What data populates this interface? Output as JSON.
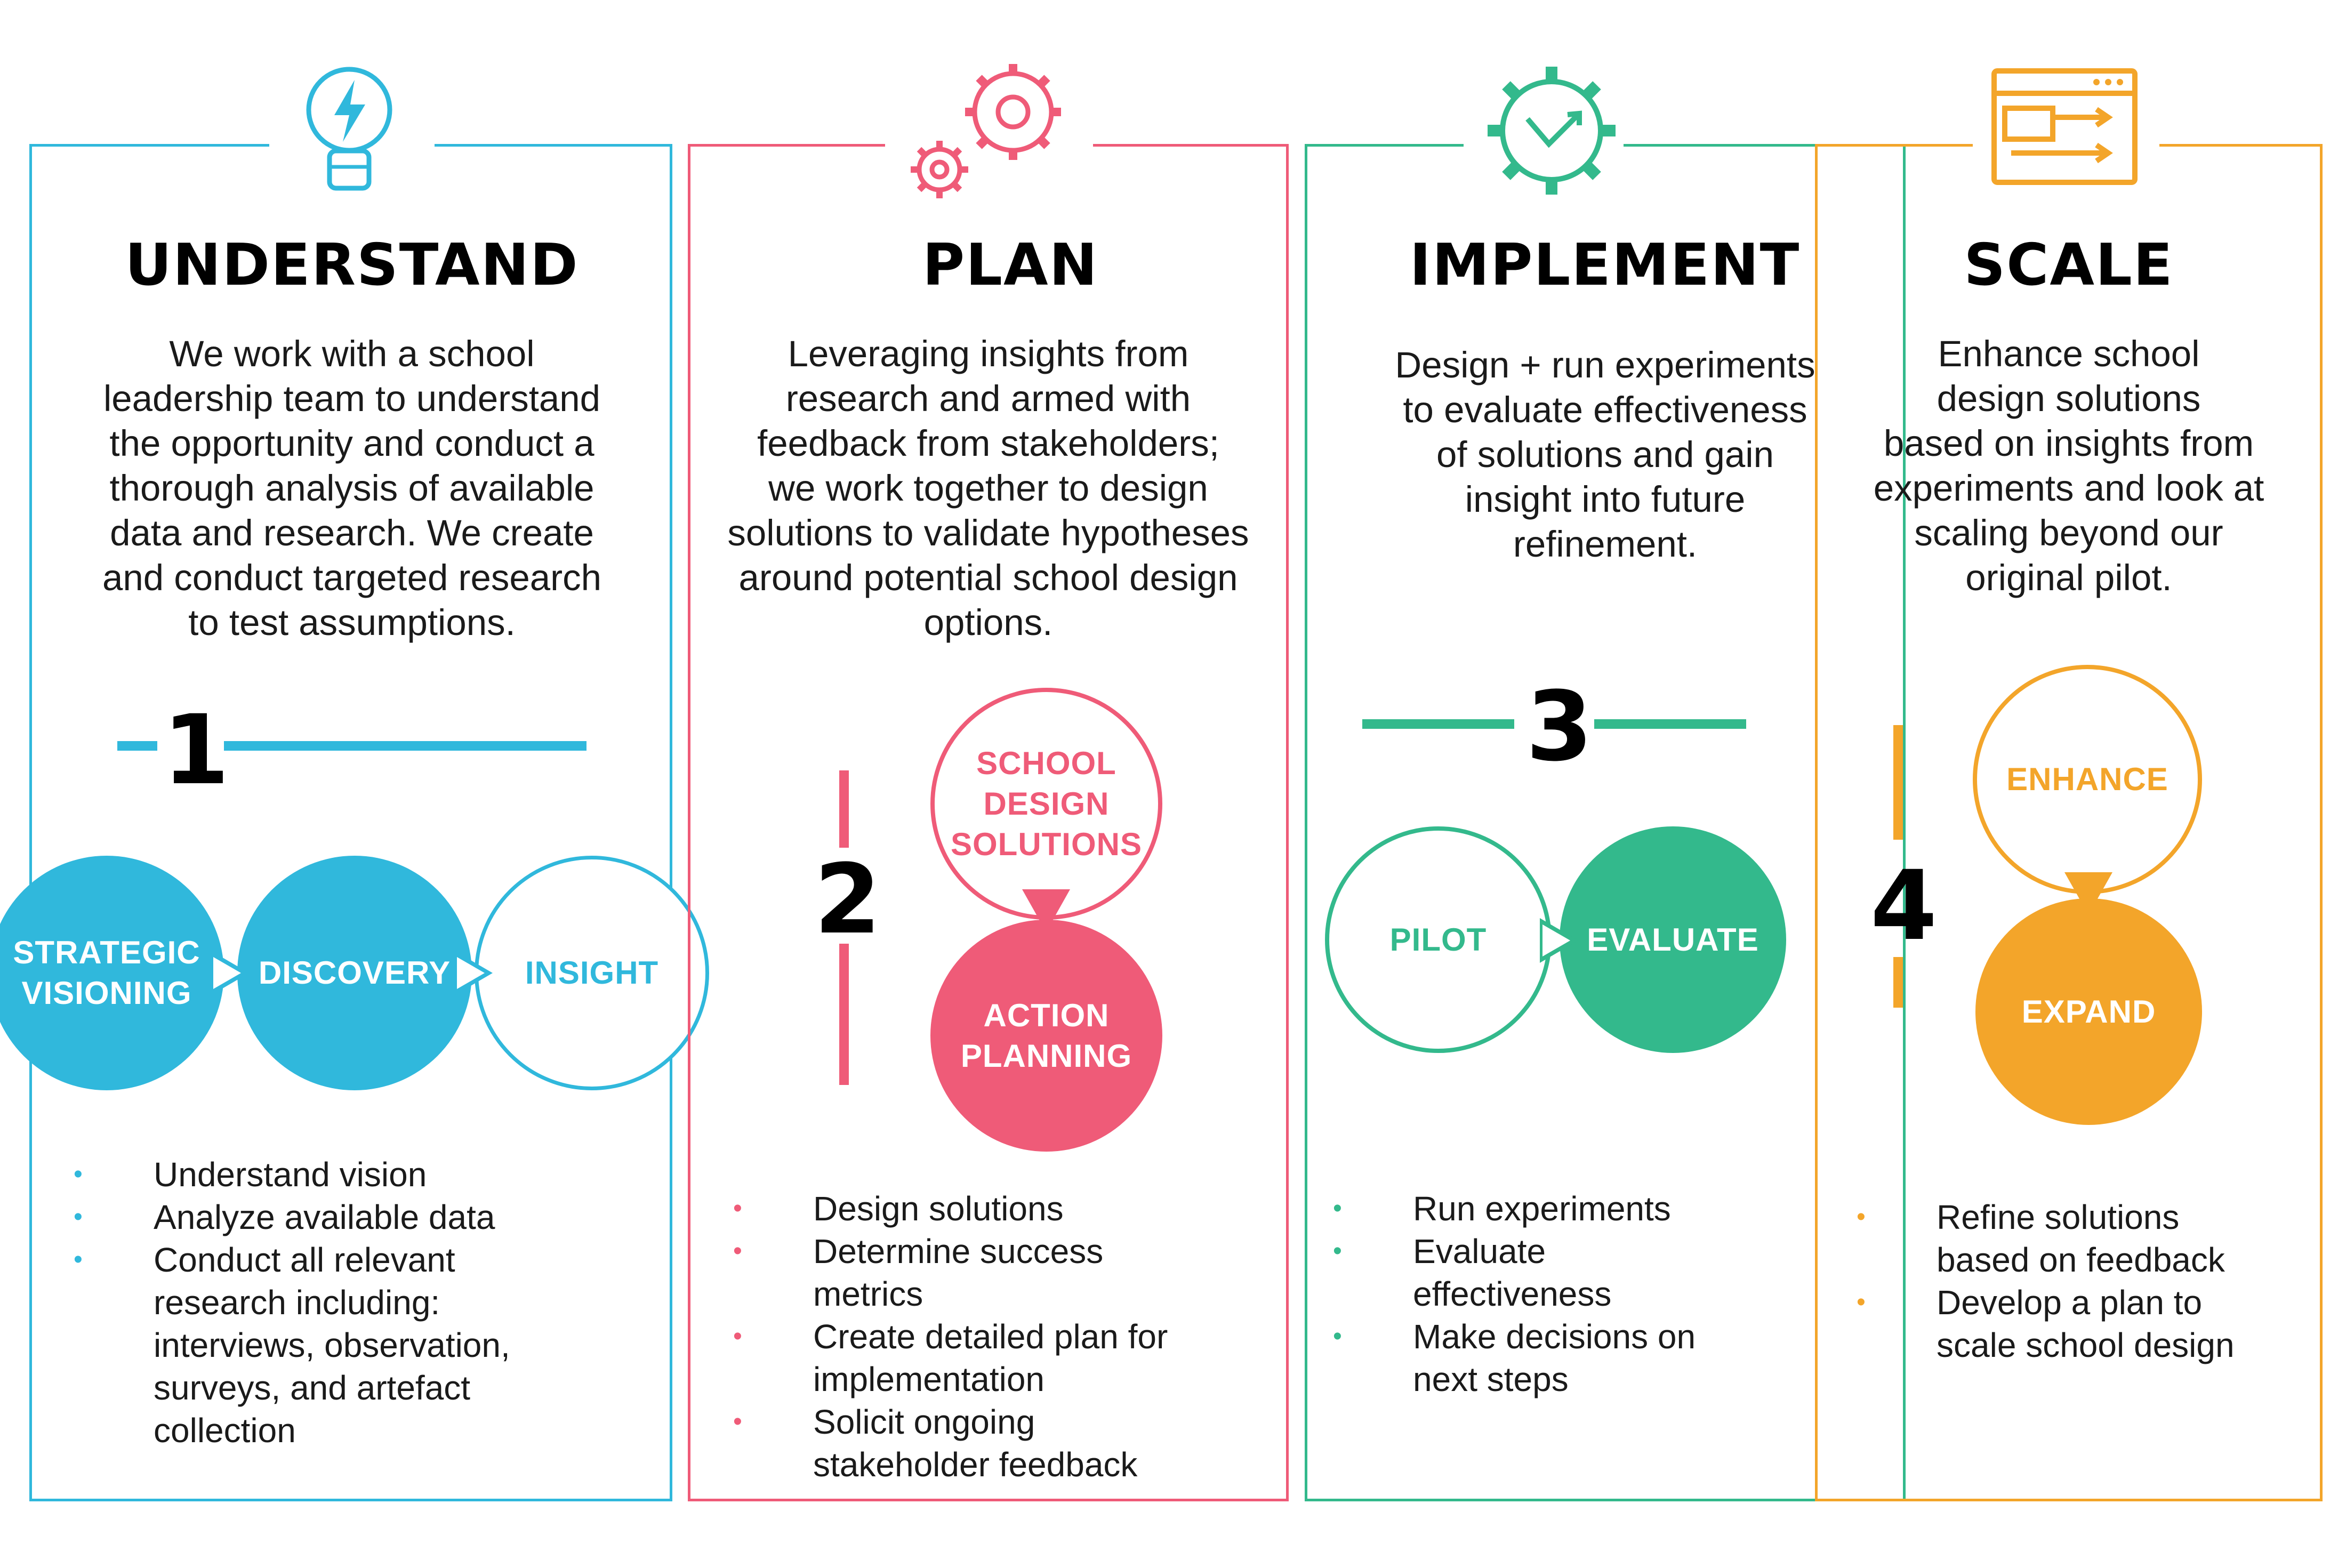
{
  "colors": {
    "understand": "#30b8dc",
    "plan": "#ef5b78",
    "implement": "#33b98c",
    "scale": "#f3a52a"
  },
  "understand": {
    "icon": "lightbulb-icon",
    "title": "UNDERSTAND",
    "description": [
      "We work with a school",
      "leadership team to understand",
      "the opportunity and conduct a",
      "thorough analysis of available",
      "data and research. We create",
      "and conduct targeted research",
      "to test assumptions."
    ],
    "number": "1",
    "circles": [
      {
        "lines": [
          "STRATEGIC",
          "VISIONING"
        ]
      },
      {
        "lines": [
          "DISCOVERY"
        ]
      },
      {
        "lines": [
          "INSIGHT"
        ]
      }
    ],
    "bullets": [
      [
        "Understand vision"
      ],
      [
        "Analyze available data"
      ],
      [
        "Conduct all relevant",
        "research including:",
        "interviews, observation,",
        "surveys, and artefact",
        "collection"
      ]
    ]
  },
  "plan": {
    "icon": "gears-icon",
    "title": "PLAN",
    "description": [
      "Leveraging insights from",
      "research and armed with",
      "feedback from stakeholders;",
      "we work together to design",
      "solutions to validate hypotheses",
      "around potential school design",
      "options."
    ],
    "number": "2",
    "circles": [
      {
        "lines": [
          "SCHOOL",
          "DESIGN",
          "SOLUTIONS"
        ]
      },
      {
        "lines": [
          "ACTION",
          "PLANNING"
        ]
      }
    ],
    "bullets": [
      [
        "Design solutions"
      ],
      [
        "Determine success",
        "metrics"
      ],
      [
        "Create detailed plan for",
        "implementation"
      ],
      [
        "Solicit ongoing",
        "stakeholder feedback"
      ]
    ]
  },
  "implement": {
    "icon": "gear-check-icon",
    "title": "IMPLEMENT",
    "description": [
      "Design + run experiments",
      "to evaluate effectiveness",
      "of solutions and gain",
      "insight into future",
      "refinement."
    ],
    "number": "3",
    "circles": [
      {
        "lines": [
          "PILOT"
        ]
      },
      {
        "lines": [
          "EVALUATE"
        ]
      }
    ],
    "bullets": [
      [
        "Run experiments"
      ],
      [
        "Evaluate",
        "effectiveness"
      ],
      [
        "Make decisions on",
        "next steps"
      ]
    ]
  },
  "scale": {
    "icon": "browser-window-icon",
    "title": "SCALE",
    "description": [
      "Enhance school",
      "design solutions",
      "based on insights from",
      "experiments and look at",
      "scaling beyond our",
      "original pilot."
    ],
    "number": "4",
    "circles": [
      {
        "lines": [
          "ENHANCE"
        ]
      },
      {
        "lines": [
          "EXPAND"
        ]
      }
    ],
    "bullets": [
      [
        "Refine solutions",
        "based on feedback"
      ],
      [
        "Develop a plan to",
        "scale school design"
      ]
    ]
  }
}
